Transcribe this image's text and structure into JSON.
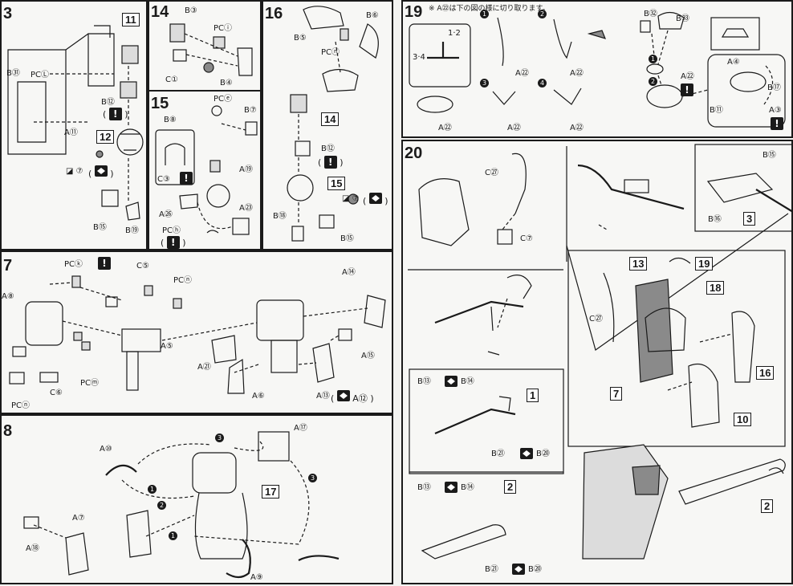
{
  "page": {
    "note": "※ A㉒は下の図の様に切り取ります。"
  },
  "steps": {
    "s13": {
      "num": "3",
      "parts": {
        "b31": "B㉛",
        "pcl": "PCⓁ",
        "a11": "A⑪",
        "b12": "B⑫",
        "b15": "B⑮",
        "b19": "B⑲",
        "sticker": "◪ ⑦"
      },
      "boxes": {
        "b11": "11",
        "b12": "12"
      }
    },
    "s14": {
      "num": "14",
      "parts": {
        "b3": "B③",
        "pci": "PCⓘ",
        "c1": "C①",
        "b4": "B④"
      }
    },
    "s15": {
      "num": "15",
      "parts": {
        "pce": "PCⓔ",
        "b8": "B⑧",
        "b7": "B⑦",
        "c3": "C③",
        "a19": "A⑲",
        "a26": "A㉖",
        "a23": "A㉓",
        "pch": "PCⓗ"
      }
    },
    "s16": {
      "num": "16",
      "parts": {
        "b6": "B⑥",
        "b5": "B⑤",
        "pcn": "PCⓝ",
        "b12": "B⑫",
        "b18": "B⑱",
        "b15": "B⑮",
        "sticker": "◪ ⑦"
      },
      "boxes": {
        "b14": "14",
        "b15": "15"
      }
    },
    "s17": {
      "num": "7",
      "parts": {
        "pck": "PCⓚ",
        "c5": "C⑤",
        "pcn": "PCⓝ",
        "a8": "A⑧",
        "a14": "A⑭",
        "a5": "A⑤",
        "a15": "A⑮",
        "a21": "A㉑",
        "pcm": "PCⓜ",
        "a6": "A⑥",
        "a13": "A⑬",
        "a12": "A⑫",
        "c6": "C⑥",
        "pcn2": "PCⓝ"
      }
    },
    "s18": {
      "num": "8",
      "parts": {
        "a10": "A⑩",
        "a17": "A⑰",
        "a7": "A⑦",
        "a18": "A⑱",
        "a9": "A⑨"
      },
      "boxes": {
        "b17": "17"
      },
      "circles": {
        "c1": "1",
        "c2": "2",
        "c3": "3"
      }
    },
    "s19": {
      "num": "19",
      "parts": {
        "a22": "A㉒",
        "b32": "B㉜",
        "b33": "B㉝",
        "a4": "A④",
        "b17": "B⑰",
        "a3": "A③",
        "b11": "B⑪"
      },
      "sub": {
        "s1": "1",
        "s2": "2",
        "s3": "3",
        "s4": "4",
        "s12": "1·2",
        "s34": "3·4"
      }
    },
    "s20": {
      "num": "20",
      "parts": {
        "c27": "C㉗",
        "c7": "C⑦",
        "b15": "B⑮",
        "b16": "B⑯",
        "b13": "B⑬",
        "b14": "B⑭",
        "b21": "B㉑",
        "b20": "B⑳",
        "c27b": "C㉗"
      },
      "boxes": {
        "b3": "3",
        "b13": "13",
        "b19": "19",
        "b18": "18",
        "b16": "16",
        "b7": "7",
        "b10": "10",
        "b1": "1",
        "b2": "2",
        "b2b": "2"
      }
    }
  }
}
